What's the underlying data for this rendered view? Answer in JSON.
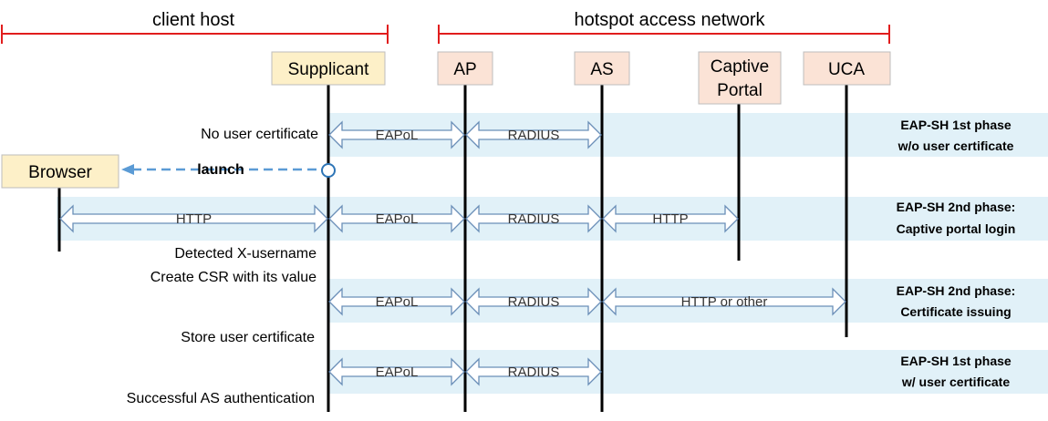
{
  "domains": {
    "client": "client host",
    "hotspot": "hotspot access network"
  },
  "entities": {
    "supplicant": "Supplicant",
    "ap": "AP",
    "as": "AS",
    "captive_portal_line1": "Captive",
    "captive_portal_line2": "Portal",
    "uca": "UCA",
    "browser": "Browser"
  },
  "messages": {
    "eapol": "EAPoL",
    "radius": "RADIUS",
    "http": "HTTP",
    "http_or_other": "HTTP or other",
    "launch": "launch"
  },
  "notes": {
    "no_cert": "No user certificate",
    "detected": "Detected X-username",
    "create_csr": "Create CSR with its value",
    "store_cert": "Store user certificate",
    "success": "Successful AS authentication"
  },
  "phases": [
    {
      "line1": "EAP-SH 1st phase",
      "line2": "w/o user certificate"
    },
    {
      "line1": "EAP-SH 2nd phase:",
      "line2": "Captive portal login"
    },
    {
      "line1": "EAP-SH 2nd phase:",
      "line2": "Certificate issuing"
    },
    {
      "line1": "EAP-SH 1st phase",
      "line2": "w/ user certificate"
    }
  ],
  "colors": {
    "band": "#e1f1f8",
    "box_fill_supplicant": "#fdf0c8",
    "box_fill_network": "#fbe3d6",
    "box_stroke": "#bdbdbd",
    "domain_line": "#e11d1d",
    "launch_arrow": "#5b9bd5",
    "msg_arrow_stroke": "#6b8fb8"
  }
}
